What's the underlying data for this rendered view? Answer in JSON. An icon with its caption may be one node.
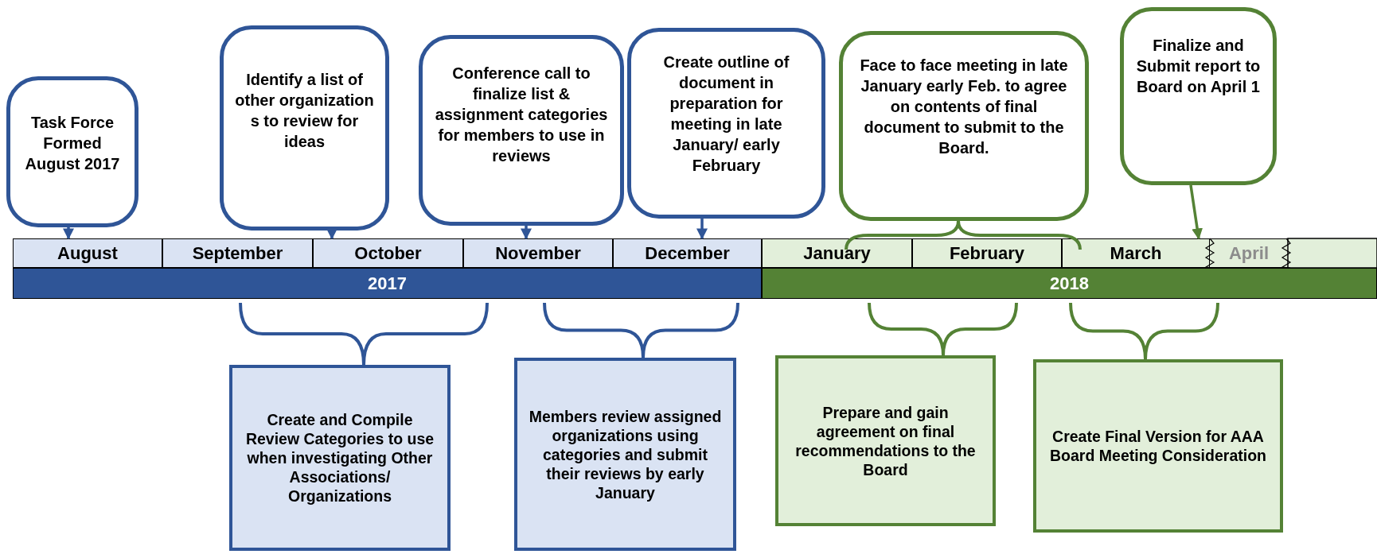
{
  "diagram": {
    "nodes": [
      {
        "text": [
          "Task Force Formed August 2017"
        ]
      },
      {
        "text": [
          "Identify a list of other organization s to review for ideas"
        ]
      },
      {
        "text": [
          "Conference call to finalize list & assignment categories for members to use in reviews"
        ]
      },
      {
        "text": [
          "Create outline of document in preparation for meeting in late January/ early February"
        ]
      },
      {
        "text": [
          "Face to face meeting in late January early Feb. to agree on contents of final document to submit to the Board."
        ]
      },
      {
        "text": [
          "Finalize and Submit report to Board on April 1"
        ]
      },
      {
        "text": [
          "August"
        ]
      },
      {
        "text": [
          "September"
        ]
      },
      {
        "text": [
          "October"
        ]
      },
      {
        "text": [
          "November"
        ]
      },
      {
        "text": [
          "December"
        ]
      },
      {
        "text": [
          "January"
        ]
      },
      {
        "text": [
          "February"
        ]
      },
      {
        "text": [
          "March"
        ]
      },
      {
        "text": [
          "April"
        ]
      },
      {
        "text": [
          "2017"
        ]
      },
      {
        "text": [
          "2018"
        ]
      },
      {
        "text": [
          "Create and Compile Review Categories to use when investigating Other Associations/ Organizations"
        ]
      },
      {
        "text": [
          "Members review assigned organizations using categories and submit their reviews by early January"
        ]
      },
      {
        "text": [
          "Prepare and gain agreement on final recommendations to the Board"
        ]
      },
      {
        "text": [
          "Create Final Version for AAA Board Meeting Consideration"
        ]
      }
    ],
    "edges": [
      {
        "from": 0,
        "to": 6,
        "arrow": "to"
      },
      {
        "from": 1,
        "to": 8,
        "arrow": "to"
      },
      {
        "from": 2,
        "to": 9,
        "arrow": "to"
      },
      {
        "from": 3,
        "to": 10,
        "arrow": "to"
      },
      {
        "from": 5,
        "to": 13,
        "arrow": "to",
        "color": "#548235"
      }
    ]
  }
}
